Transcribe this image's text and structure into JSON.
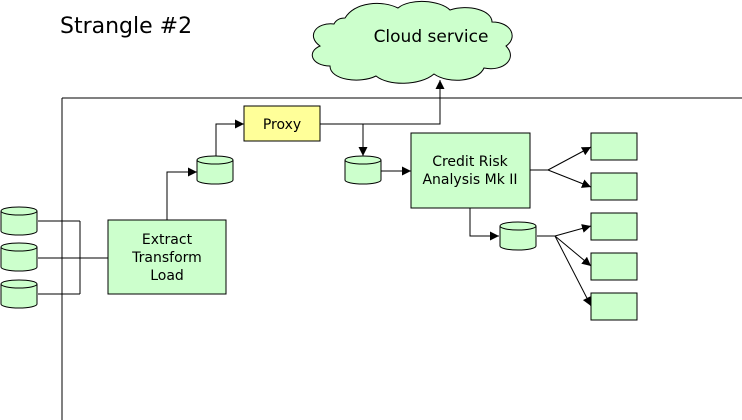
{
  "title": "Strangle #2",
  "cloud": {
    "label": "Cloud service"
  },
  "proxy": {
    "label": "Proxy"
  },
  "etl": {
    "lines": [
      "Extract",
      "Transform",
      "Load"
    ]
  },
  "credit_risk": {
    "lines": [
      "Credit Risk",
      "Analysis Mk II"
    ]
  },
  "colors": {
    "box_fill": "#ccffcc",
    "proxy_fill": "#ffff99",
    "stroke": "#000000"
  }
}
